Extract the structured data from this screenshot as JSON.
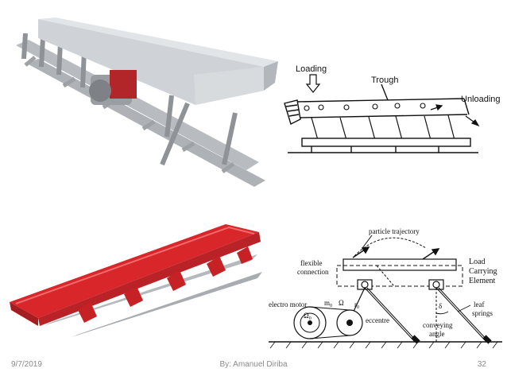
{
  "diagram1": {
    "loading": "Loading",
    "trough": "Trough",
    "unloading": "Unloading"
  },
  "diagram2": {
    "particle_trajectory": "particle trajectory",
    "flexible_connection_line1": "flexible",
    "flexible_connection_line2": "connection",
    "load_line1": "Load",
    "load_line2": "Carrying",
    "load_line3": "Element",
    "electro_motor": "electro motor",
    "eccentre": "eccentre",
    "leaf_line1": "leaf",
    "leaf_line2": "springs",
    "conveying_line1": "conveying",
    "conveying_line2": "angle",
    "m0": "m",
    "m0_sub": "0",
    "omega": "Ω",
    "r0": "r",
    "r0_sub": "0",
    "omega0": "Ω",
    "omega0_sub": "0",
    "delta": "δ"
  },
  "footer": {
    "date": "9/7/2019",
    "author": "By: Amanuel Diriba",
    "page": "32"
  },
  "colors": {
    "grey_conveyor": "#c9cdd1",
    "red_conveyor": "#d8262a",
    "line": "#111111"
  }
}
